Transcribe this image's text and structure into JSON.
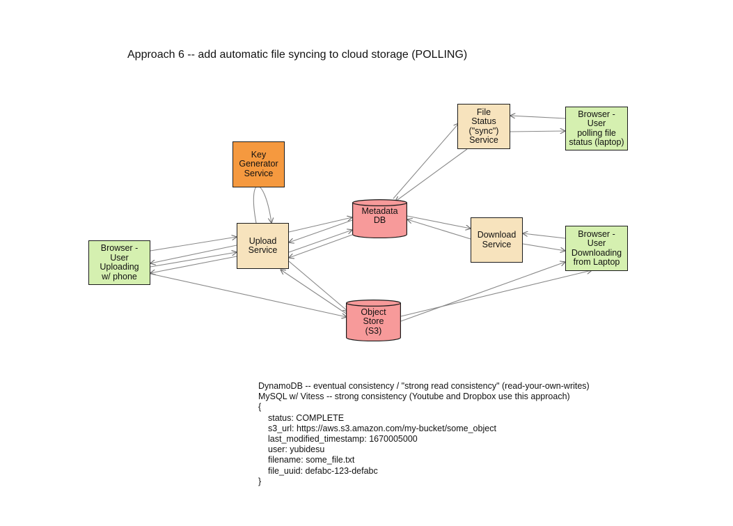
{
  "title": "Approach 6 -- add automatic file syncing to cloud storage (POLLING)",
  "nodes": {
    "browser_phone": "Browser -\nUser\nUploading\nw/ phone",
    "key_generator": "Key\nGenerator\nService",
    "upload_service": "Upload\nService",
    "metadata_db": "Metadata\nDB",
    "object_store": "Object\nStore\n(S3)",
    "file_status_service": "File\nStatus\n(\"sync\")\nService",
    "browser_polling": "Browser -\nUser\npolling file\nstatus (laptop)",
    "download_service": "Download\nService",
    "browser_laptop": "Browser -\nUser\nDownloading\nfrom Laptop"
  },
  "notes": {
    "line1": "DynamoDB -- eventual consistency / \"strong read consistency\" (read-your-own-writes)",
    "line2": "MySQL w/ Vitess -- strong consistency (Youtube and Dropbox use this approach)",
    "open_brace": "{",
    "fields": [
      "status: COMPLETE",
      "s3_url: https://aws.s3.amazon.com/my-bucket/some_object",
      "last_modified_timestamp: 1670005000",
      "user: yubidesu",
      "filename: some_file.txt",
      "file_uuid: defabc-123-defabc"
    ],
    "close_brace": "}"
  },
  "colors": {
    "client_box": "#d5f0b0",
    "service_box": "#f7e3bd",
    "key_generator_box": "#f5993f",
    "database": "#f79a9a",
    "arrow": "#888888"
  }
}
